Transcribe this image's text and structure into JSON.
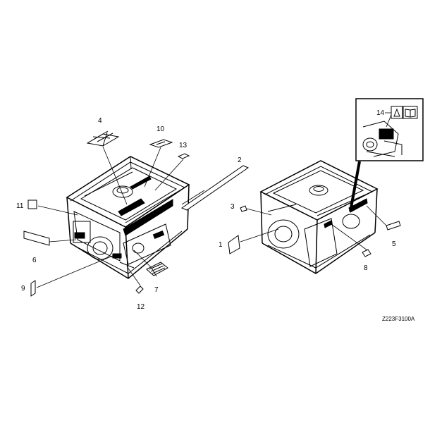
{
  "callouts": {
    "c1": "1",
    "c2": "2",
    "c3": "3",
    "c4": "4",
    "c5": "5",
    "c6": "6",
    "c7": "7",
    "c8": "8",
    "c9": "9",
    "c10": "10",
    "c11": "11",
    "c12": "12",
    "c13": "13",
    "c14": "14"
  },
  "drawing_code": "Z223F3100A",
  "colors": {
    "line": "#000000",
    "label_fill": "#d8d8d8",
    "background": "#ffffff"
  },
  "icons": [
    "generator-left-view",
    "generator-right-view",
    "detail-inset",
    "manual-icon",
    "warning-icon"
  ]
}
